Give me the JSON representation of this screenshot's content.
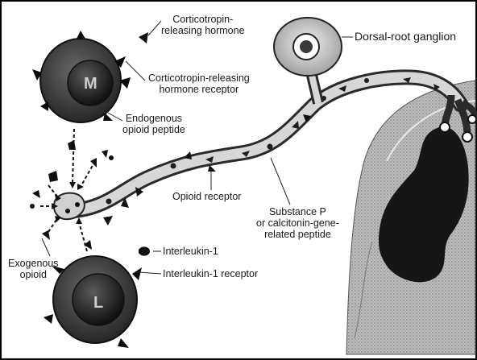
{
  "labels": {
    "crh": [
      "Corticotropin-",
      "releasing hormone"
    ],
    "crh_receptor": [
      "Corticotropin-releasing",
      "hormone receptor"
    ],
    "endogenous": [
      "Endogenous",
      "opioid peptide"
    ],
    "drg": "Dorsal-root ganglion",
    "opioid_receptor": "Opioid receptor",
    "substance_p": [
      "Substance P",
      "or calcitonin-gene-",
      "related peptide"
    ],
    "exogenous": [
      "Exogenous",
      "opioid"
    ],
    "il1": "Interleukin-1",
    "il1_receptor": "Interleukin-1 receptor"
  },
  "cells": {
    "macrophage": "M",
    "lymphocyte": "L"
  },
  "colors": {
    "border": "#000000",
    "ink": "#1a1a1a",
    "cell_fill": "#3c3c3c",
    "nucleus_fill": "#1c1c1c",
    "tissue_fill": "#a8a8a8",
    "marrow_fill": "#141414"
  }
}
